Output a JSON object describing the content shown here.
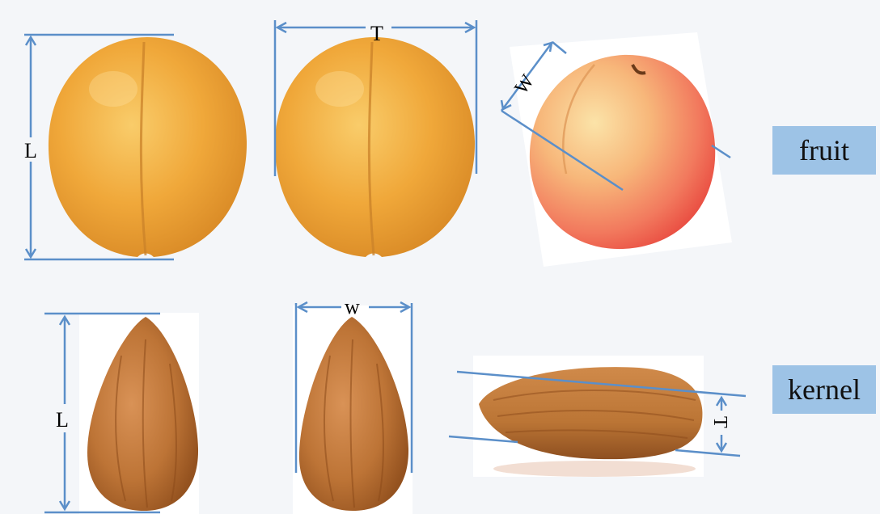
{
  "colors": {
    "background": "#f4f6f9",
    "measure_line": "#5b8fc9",
    "label_box": "#9dc3e6",
    "apricot_skin": "#f0a83a",
    "apricot_blush": "#ef5a4c",
    "kernel_shell": "#c07a3e"
  },
  "rows": {
    "fruit": {
      "label": "fruit",
      "dimensions": [
        "L",
        "T",
        "W"
      ]
    },
    "kernel": {
      "label": "kernel",
      "dimensions": [
        "L",
        "w",
        "T"
      ]
    }
  }
}
